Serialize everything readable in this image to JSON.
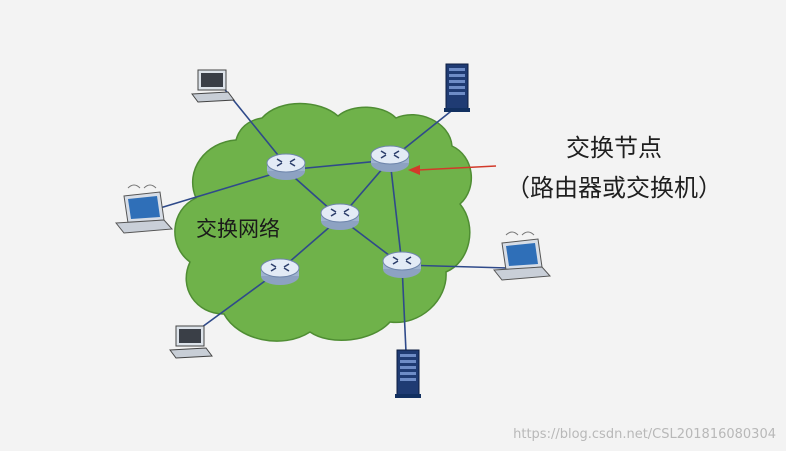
{
  "cloud_label": "交换网络",
  "node_label_line1": "交换节点",
  "node_label_line2": "（路由器或交换机）",
  "watermark": "https://blog.csdn.net/CSL201816080304",
  "colors": {
    "cloud_fill": "#6fb24a",
    "cloud_edge": "#4f8d33",
    "router_top": "#dfe8f4",
    "router_side": "#9fb3d0",
    "link": "#2f4a8a",
    "arrow": "#d23a2a",
    "server": "#1f3b73"
  },
  "icons": [
    "router-icon",
    "laptop-icon",
    "desktop-computer-icon",
    "server-tower-icon"
  ]
}
